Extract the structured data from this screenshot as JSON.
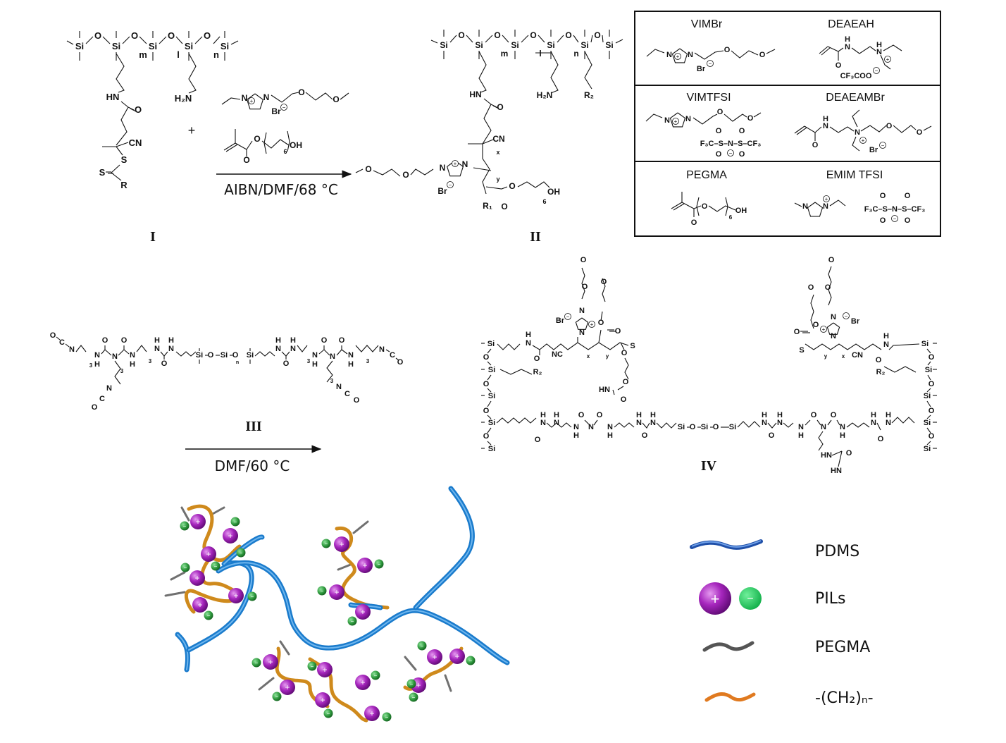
{
  "symbols": {
    "plus": "+",
    "minus": "−"
  },
  "structure_I": {
    "title": "I",
    "labels": [
      "Si",
      "O",
      "Si",
      "O",
      "Si",
      "O",
      "Si",
      "O",
      "Si",
      "m",
      "l",
      "n",
      "HN",
      "O",
      "CN",
      "S",
      "S",
      "R",
      "H₂N"
    ],
    "plus_sign": "+"
  },
  "reagent_vimbr": {
    "labels": [
      "N",
      "N",
      "Br",
      "O",
      "O"
    ]
  },
  "reagent_pegma": {
    "labels": [
      "O",
      "O",
      "OH",
      "6"
    ]
  },
  "reaction_1": {
    "conditions": "AIBN/DMF/68 °C"
  },
  "structure_II": {
    "title": "II",
    "labels": [
      "Si",
      "O",
      "Si",
      "O",
      "Si",
      "O",
      "Si",
      "O",
      "Si",
      "O",
      "Si",
      "m",
      "l",
      "n",
      "HN",
      "O",
      "CN",
      "x",
      "y",
      "N",
      "N",
      "Br",
      "O",
      "O",
      "O",
      "OH",
      "6",
      "R₁",
      "O",
      "H₂N",
      "R₂"
    ]
  },
  "monomer_box": {
    "titles": [
      "VIMBr",
      "DEAEAH",
      "VIMTFSI",
      "DEAEAMBr",
      "PEGMA",
      "EMIM TFSI"
    ],
    "vimbr": [
      "N",
      "N",
      "Br",
      "O",
      "O"
    ],
    "deaeah": [
      "H",
      "N",
      "H",
      "N",
      "O",
      "CF₃COO"
    ],
    "vimtfsi": [
      "N",
      "N",
      "O",
      "O",
      "F₃C–S–N–S–CF₃",
      "O",
      "O",
      "O",
      "O"
    ],
    "deaeambr": [
      "H",
      "N",
      "O",
      "N",
      "O",
      "O",
      "Br"
    ],
    "pegma": [
      "O",
      "O",
      "OH",
      "6"
    ],
    "emimtfsi": [
      "N",
      "N",
      "F₃C–S–N–S–CF₃",
      "O",
      "O",
      "O",
      "O"
    ]
  },
  "structure_III": {
    "title": "III",
    "labels": [
      "O",
      "C",
      "N",
      "3",
      "N",
      "H",
      "O",
      "N",
      "O",
      "N",
      "H",
      "3",
      "3",
      "N",
      "C",
      "O",
      "H",
      "N",
      "O",
      "H",
      "N",
      "Si",
      "O",
      "Si",
      "O",
      "n",
      "Si",
      "H",
      "N",
      "O",
      "H",
      "N",
      "3",
      "N",
      "H",
      "O",
      "N",
      "O",
      "N",
      "H",
      "3",
      "N",
      "C",
      "O",
      "3",
      "N",
      "C",
      "O"
    ]
  },
  "reaction_2": {
    "conditions": "DMF/60 °C"
  },
  "structure_IV": {
    "title": "IV",
    "labels": [
      "Si",
      "O",
      "Si",
      "O",
      "Si",
      "O",
      "Si",
      "O",
      "Si",
      "Si",
      "O",
      "Si",
      "O",
      "Si",
      "O",
      "Si",
      "O",
      "Si",
      "H",
      "N",
      "O",
      "NC",
      "x",
      "y",
      "S",
      "Br",
      "N",
      "N",
      "O",
      "O",
      "O",
      "O",
      "O",
      "O",
      "O",
      "HN",
      "O",
      "R₂",
      "H",
      "N",
      "O",
      "H",
      "N",
      "N",
      "H",
      "O",
      "N",
      "O",
      "N",
      "H",
      "H",
      "N",
      "O",
      "H",
      "N",
      "Si",
      "O",
      "Si",
      "O",
      "Si",
      "H",
      "N",
      "O",
      "H",
      "N",
      "N",
      "H",
      "O",
      "N",
      "O",
      "N",
      "H",
      "H",
      "N",
      "O",
      "H",
      "N",
      "HN",
      "O",
      "HN",
      "O",
      "O",
      "O",
      "N",
      "N",
      "Br",
      "O",
      "O",
      "S",
      "y",
      "x",
      "CN",
      "O",
      "H",
      "N",
      "R₂"
    ]
  },
  "legend": {
    "items": [
      {
        "label": "PDMS",
        "color": "#1f6fc4"
      },
      {
        "label": "PILs",
        "color": "#a020b8"
      },
      {
        "label": "PEGMA",
        "color": "#6a6a6a"
      },
      {
        "label": "-(CH₂)ₙ-",
        "color": "#e07a20"
      }
    ]
  },
  "colors": {
    "pdms": "#1a7bcc",
    "chain": "#cf8a1c",
    "cation": "#9c1fb6",
    "anion": "#2f9a3e",
    "pegma": "#707070"
  }
}
